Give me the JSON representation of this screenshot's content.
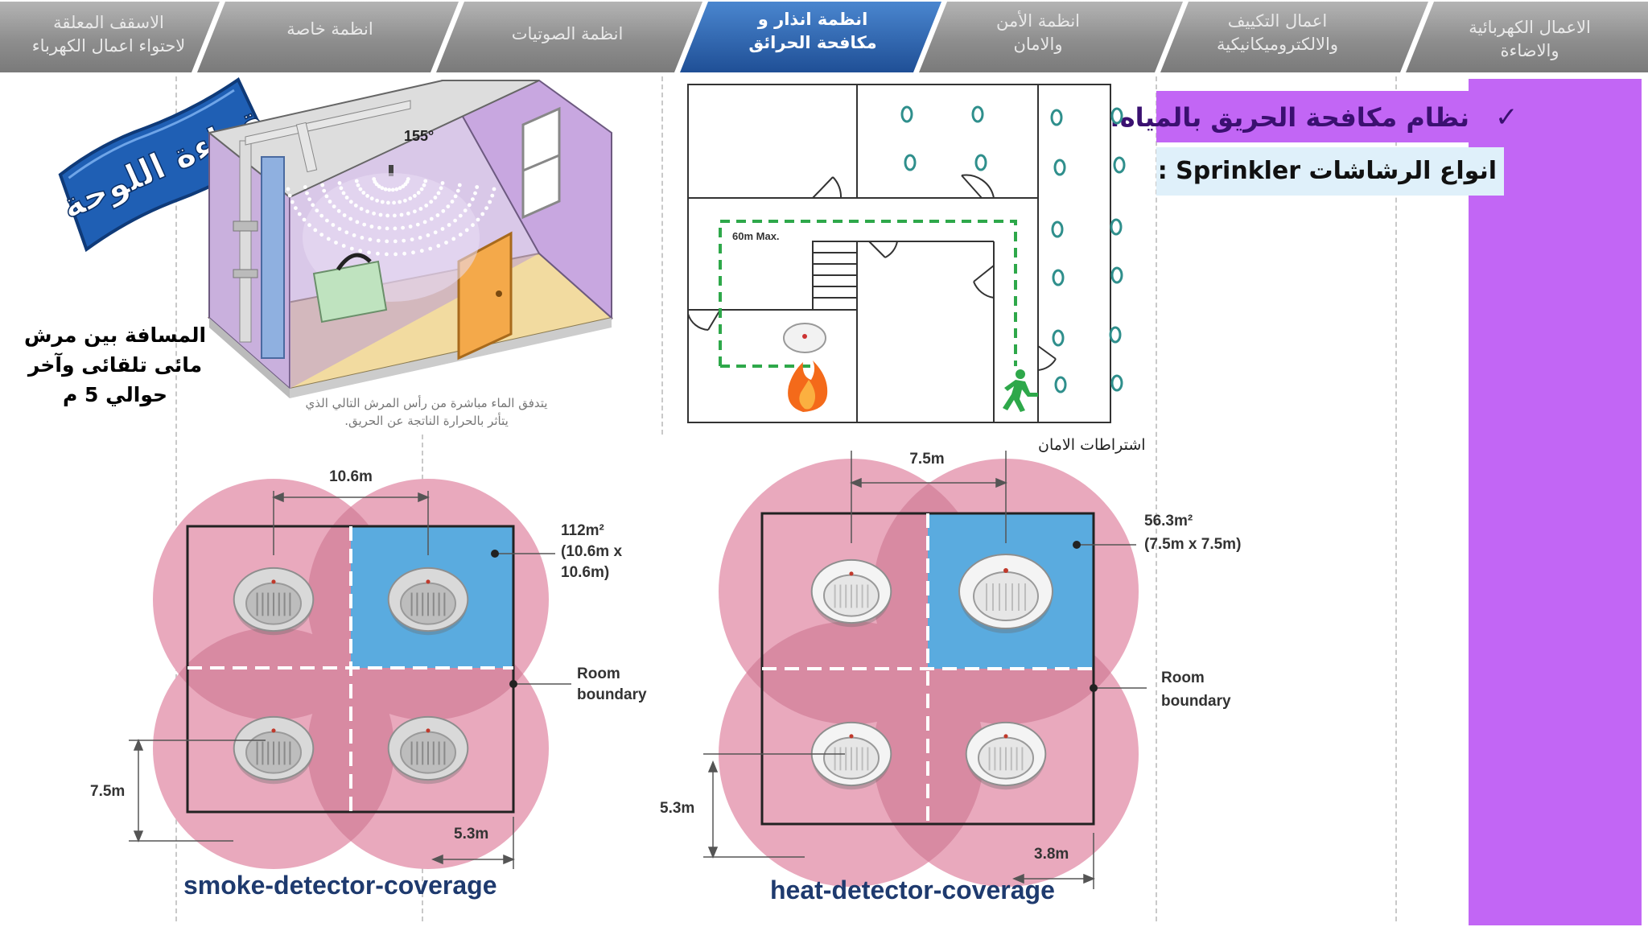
{
  "tabs": [
    {
      "line1": "الاعمال الكهربائية",
      "line2": "والاضاءة"
    },
    {
      "line1": "اعمال التكييف",
      "line2": "والالكتروميكانيكية"
    },
    {
      "line1": "انظمة الأمن",
      "line2": "والامان"
    },
    {
      "line1": "انظمة انذار و",
      "line2": "مكافحة الحرائق",
      "active": true
    },
    {
      "line1": "انظمة الصوتيات",
      "line2": ""
    },
    {
      "line1": "انظمة خاصة",
      "line2": ""
    },
    {
      "line1": "الاسقف المعلقة",
      "line2": "لاحتواء اعمال الكهرباء"
    }
  ],
  "badge": {
    "text": "قراءة اللوحة"
  },
  "sprinkler_note": {
    "line1": "المسافة بين مرش",
    "line2": "مائى تلقائى وآخر",
    "line3": "حوالي 5 م"
  },
  "sprinkler_image": {
    "angle_label": "155°",
    "caption_line1": "يتدفق الماء مباشرة من رأس المرش التالي الذي",
    "caption_line2": "يتأثر بالحرارة الناتجة عن الحريق."
  },
  "floor_plan": {
    "distance_label": "60m Max."
  },
  "safety_label": "اشتراطات الامان",
  "heading": {
    "text": "نظام مكافحة الحريق بالمياه:",
    "check_icon": "✓"
  },
  "subheading": {
    "text": "انواع الرشاشات Sprinkler :"
  },
  "smoke_diagram": {
    "caption": "smoke-detector-coverage",
    "spacing_label": "10.6m",
    "area_line1": "112m²",
    "area_line2": "(10.6m x",
    "area_line3": "10.6m)",
    "boundary_line1": "Room",
    "boundary_line2": "boundary",
    "radius_label": "7.5m",
    "wall_label": "5.3m"
  },
  "heat_diagram": {
    "caption": "heat-detector-coverage",
    "spacing_label": "7.5m",
    "area_line1": "56.3m²",
    "area_line2": "(7.5m x 7.5m)",
    "boundary_line1": "Room",
    "boundary_line2": "boundary",
    "radius_label": "5.3m",
    "wall_label": "3.8m"
  },
  "colors": {
    "tab_gray": "#8c8c8c",
    "tab_active": "#2a63ad",
    "panel_purple": "#c266f5",
    "coverage_pink": "#e9a9bd",
    "overlap_pink": "#d88aa2",
    "square_blue": "#5aabdf",
    "caption_navy": "#1e3a6e"
  }
}
